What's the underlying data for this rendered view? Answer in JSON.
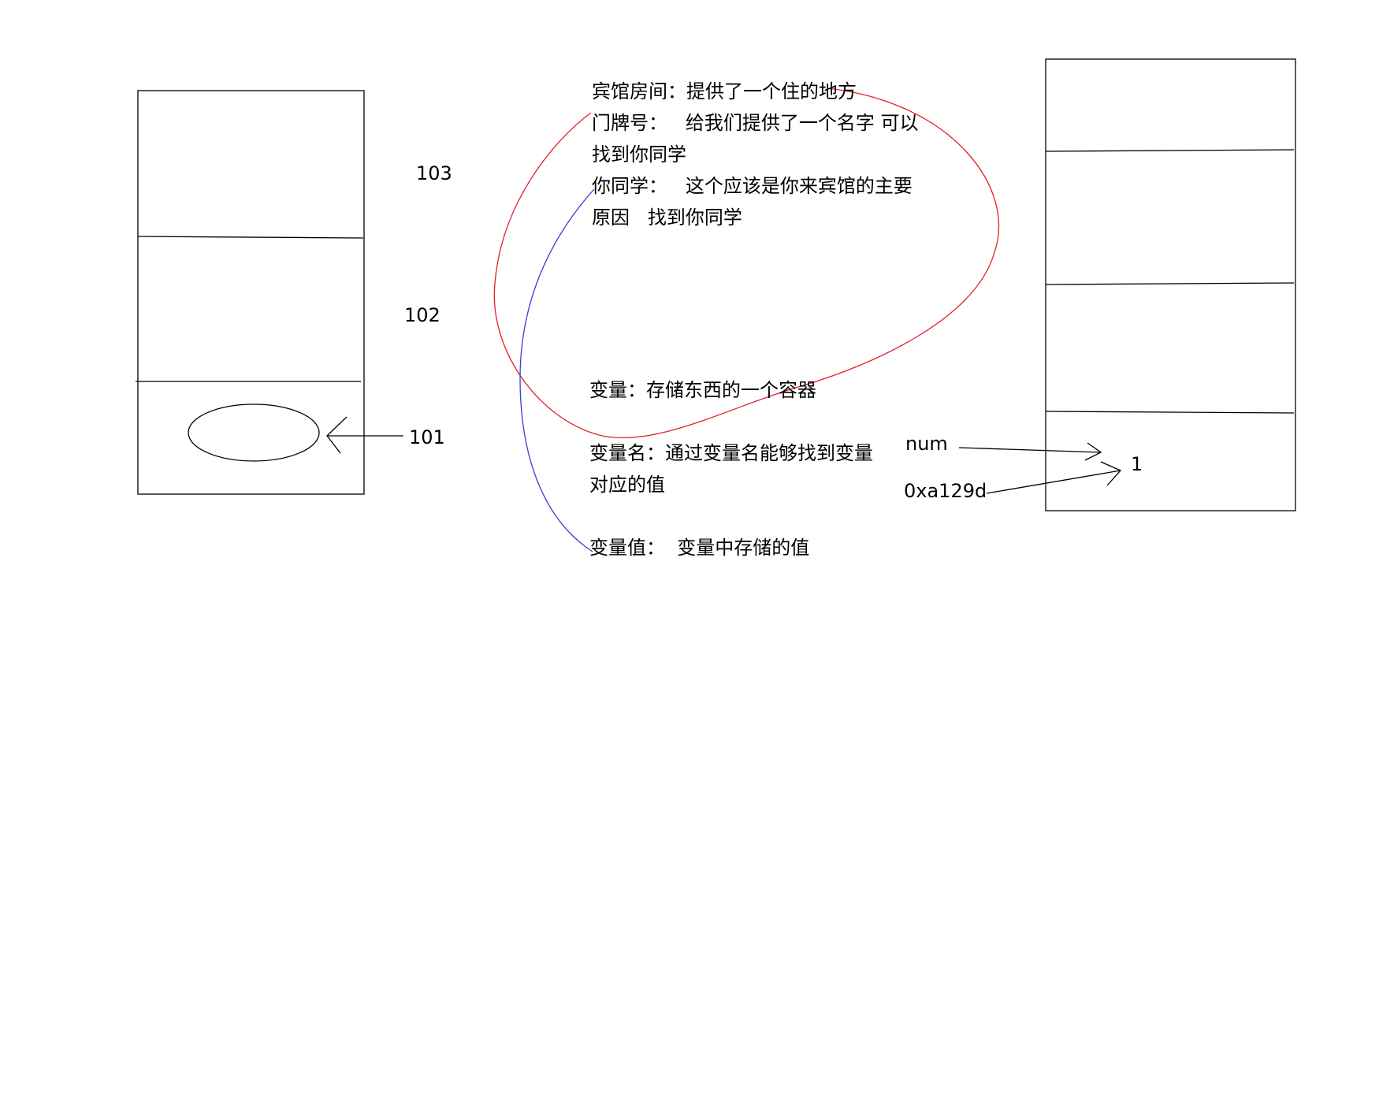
{
  "left_diagram": {
    "room_labels": [
      "103",
      "102",
      "101"
    ]
  },
  "notes": {
    "hotel_room": "宾馆房间：提供了一个住的地方",
    "door_number": "门牌号：   给我们提供了一个名字 可以找到你同学",
    "classmate": "你同学：   这个应该是你来宾馆的主要原因   找到你同学",
    "variable": "变量：存储东西的一个容器",
    "variable_name": "变量名：通过变量名能够找到变量对应的值",
    "variable_value": "变量值：  变量中存储的值"
  },
  "right_diagram": {
    "name_label": "num",
    "address_label": "0xa129d",
    "stored_value": "1"
  },
  "colors": {
    "red_link": "#e0202a",
    "blue_link": "#3a3ad6",
    "stroke": "#000000"
  }
}
